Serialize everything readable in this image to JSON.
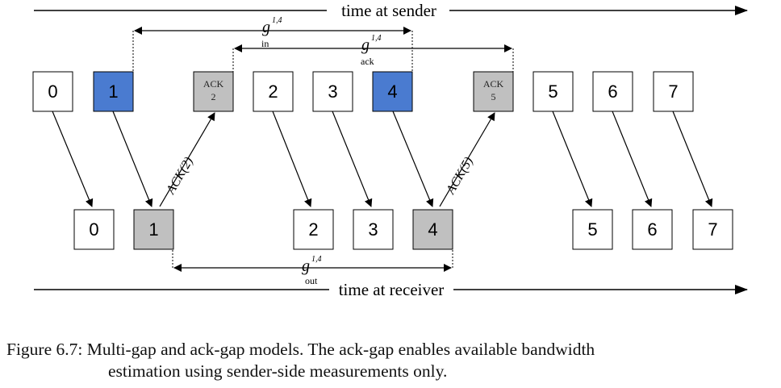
{
  "sender_axis_label": "time at sender",
  "receiver_axis_label": "time at receiver",
  "sender_packets": [
    "0",
    "1",
    "2",
    "3",
    "4",
    "5",
    "6",
    "7"
  ],
  "receiver_packets": [
    "0",
    "1",
    "2",
    "3",
    "4",
    "5",
    "6",
    "7"
  ],
  "ack_boxes": [
    {
      "top": "ACK",
      "bottom": "2"
    },
    {
      "top": "ACK",
      "bottom": "5"
    }
  ],
  "ack_arrow_labels": [
    "ACK(2)",
    "ACK(5)"
  ],
  "gaps": {
    "g_in": {
      "symbol": "g",
      "superscript": "1,4",
      "subscript": "in"
    },
    "g_ack": {
      "symbol": "g",
      "superscript": "1,4",
      "subscript": "ack"
    },
    "g_out": {
      "symbol": "g",
      "superscript": "1,4",
      "subscript": "out"
    }
  },
  "colors": {
    "probe_packet": "#4a7bd0",
    "ack_box": "#c0c0c0",
    "received_probe": "#c0c0c0",
    "plain_packet": "#ffffff"
  },
  "caption": {
    "line1": "Figure 6.7: Multi-gap and ack-gap models. The ack-gap enables available bandwidth",
    "line2": "estimation using sender-side measurements only."
  }
}
